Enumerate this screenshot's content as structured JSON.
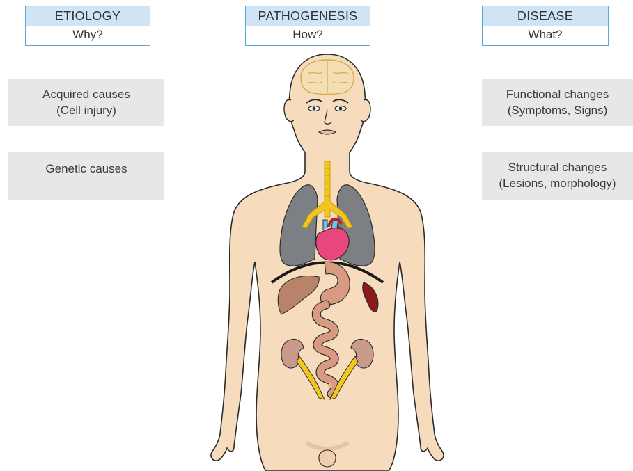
{
  "columns": {
    "etiology": {
      "title": "ETIOLOGY",
      "subtitle": "Why?"
    },
    "pathogenesis": {
      "title": "PATHOGENESIS",
      "subtitle": "How?"
    },
    "disease": {
      "title": "DISEASE",
      "subtitle": "What?"
    }
  },
  "etiology_items": {
    "acquired": {
      "line1": "Acquired causes",
      "line2": "(Cell injury)"
    },
    "genetic": {
      "line1": "Genetic causes"
    }
  },
  "disease_items": {
    "functional": {
      "line1": "Functional changes",
      "line2": "(Symptoms, Signs)"
    },
    "structural": {
      "line1": "Structural changes",
      "line2": "(Lesions, morphology)"
    }
  },
  "colors": {
    "header_fill": "#cfe4f5",
    "header_border": "#5ba6d9",
    "box_fill": "#e7e7e7",
    "skin": "#f6dcbd",
    "lung": "#7c7f83",
    "airway": "#f2c61f",
    "heart": "#e8467c",
    "liver": "#b9826a",
    "intestine": "#d99a82",
    "spleen": "#8d1a1a",
    "kidney": "#c99a8c",
    "brain": "#f3dfb3"
  },
  "illustration": {
    "subject": "human-body-with-organs"
  }
}
